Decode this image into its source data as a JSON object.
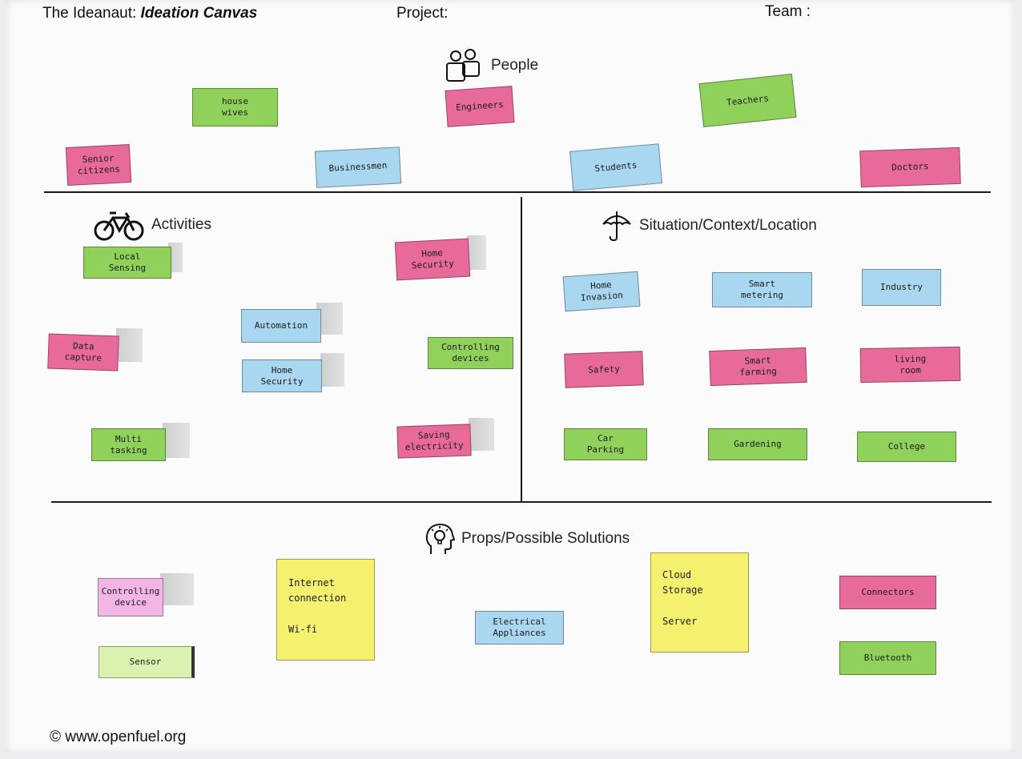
{
  "header": {
    "brand": "The Ideanaut:",
    "canvas_name": "Ideation Canvas",
    "project_label": "Project:",
    "team_label": "Team :"
  },
  "sections": {
    "people": "People",
    "activities": "Activities",
    "situation": "Situation/Context/Location",
    "props": "Props/Possible Solutions"
  },
  "icons": {
    "people": "people-icon",
    "activities": "bicycle-icon",
    "situation": "umbrella-icon",
    "props": "idea-head-icon"
  },
  "notes": {
    "people": [
      "house\nwives",
      "Engineers",
      "Teachers",
      "Senior\ncitizens",
      "Businessmen",
      "Students",
      "Doctors"
    ],
    "activities": [
      "Local\nSensing",
      "Home\nSecurity",
      "Automation",
      "Data\ncapture",
      "Controlling\ndevices",
      "Home\nSecurity",
      "Multi\ntasking",
      "Saving\nelectricity"
    ],
    "situation": [
      "Home\nInvasion",
      "Smart\nmetering",
      "Industry",
      "Safety",
      "Smart\nfarming",
      "living\nroom",
      "Car\nParking",
      "Gardening",
      "College"
    ],
    "props": [
      "Controlling\ndevice",
      "Internet\nconnection\n\nWi-fi",
      "Cloud\nStorage\n\nServer",
      "Connectors",
      "Electrical\nAppliances",
      "Sensor",
      "Bluetooth"
    ]
  },
  "colors": {
    "pink": "#e86a9a",
    "green": "#8fd15a",
    "blue": "#a9d7ef",
    "yellow": "#f5f06e"
  },
  "footer": "© www.openfuel.org"
}
